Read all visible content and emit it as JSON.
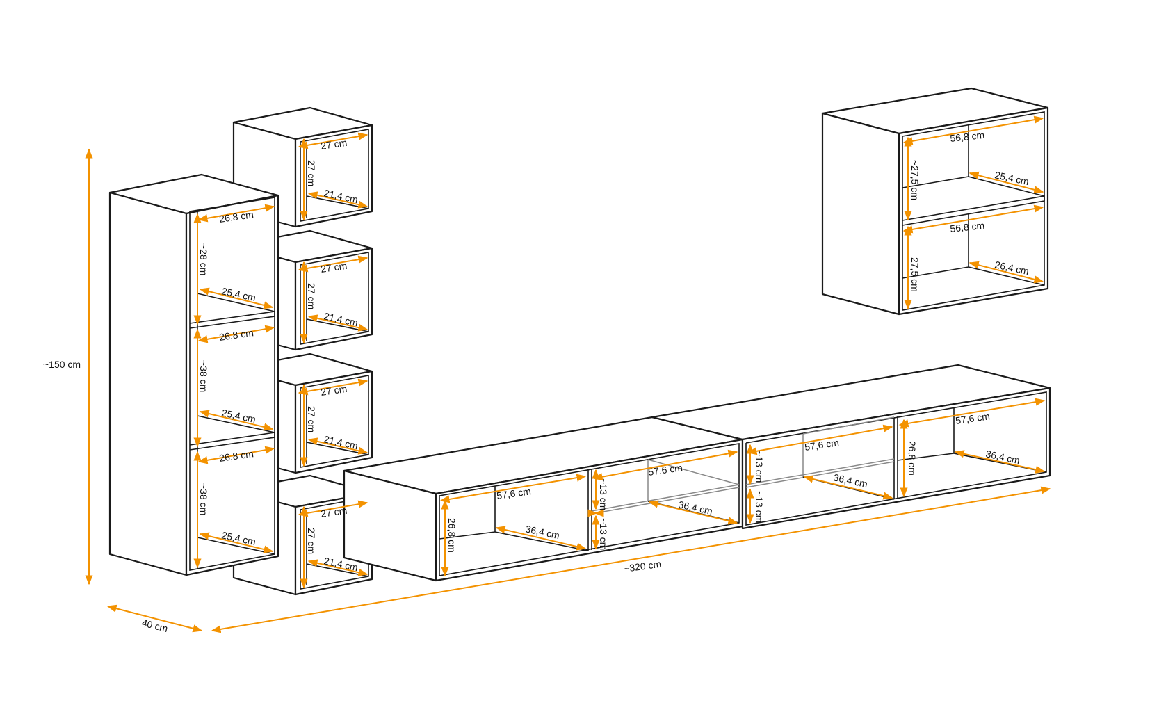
{
  "colors": {
    "dimension": "#f39200",
    "outline": "#1a1a1a",
    "glass": "#888888"
  },
  "overall": {
    "height": "~150 cm",
    "depth": "40 cm",
    "width": "~320 cm"
  },
  "tall_column": {
    "w1": "26,8 cm",
    "h1": "~28 cm",
    "d1": "25,4 cm",
    "w2": "26,8 cm",
    "h2": "~38 cm",
    "d2": "25,4 cm",
    "w3": "26,8 cm",
    "h3": "~38 cm",
    "d3": "25,4 cm"
  },
  "cubes": [
    {
      "w": "27 cm",
      "h": "27 cm",
      "d": "21,4 cm"
    },
    {
      "w": "27 cm",
      "h": "27 cm",
      "d": "21,4 cm"
    },
    {
      "w": "27 cm",
      "h": "27 cm",
      "d": "21,4 cm"
    },
    {
      "w": "27 cm",
      "h": "27 cm",
      "d": "21,4 cm"
    }
  ],
  "lowboard_left": {
    "w_open": "57,6 cm",
    "h_open": "26,8 cm",
    "d_open": "36,4 cm",
    "h_glass_top": "~13 cm",
    "h_glass_bottom": "~13 cm",
    "w_glass": "57,6 cm",
    "d_glass": "36,4 cm"
  },
  "lowboard_right": {
    "h_glass_top": "~13 cm",
    "h_glass_bottom": "~13 cm",
    "w_glass": "57,6 cm",
    "d_glass": "36,4 cm",
    "h_open": "26,8 cm",
    "w_open": "57,6 cm",
    "d_open": "36,4 cm"
  },
  "wall_cabinet": {
    "w1": "56,8 cm",
    "h1": "~27,5 cm",
    "d1": "25,4 cm",
    "w2": "56,8 cm",
    "h2": "27,5 cm",
    "d2": "26,4 cm"
  }
}
